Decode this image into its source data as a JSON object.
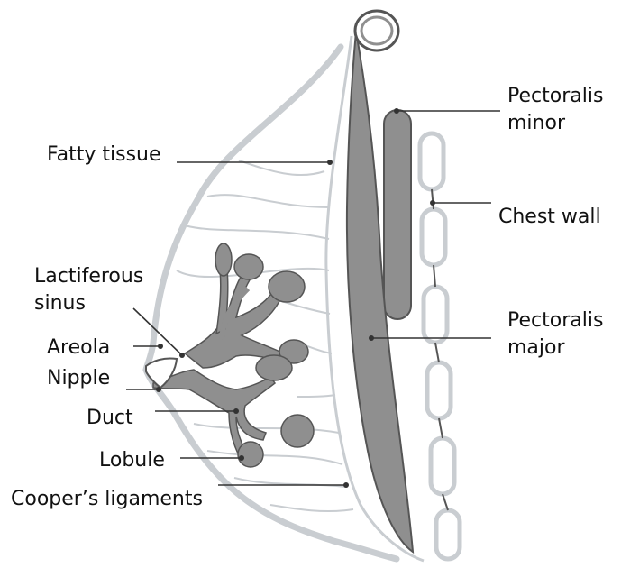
{
  "colors": {
    "muscle": "#8f8f8f",
    "muscle_outline": "#555555",
    "skin": "#c9cdd1",
    "tissue_lines": "#c9cdd1",
    "glands": "#8f8f8f",
    "text": "#111111"
  },
  "labels": {
    "pectoralis_minor": [
      "Pectoralis",
      "minor"
    ],
    "chest_wall": "Chest wall",
    "pectoralis_major": [
      "Pectoralis",
      "major"
    ],
    "fatty_tissue": "Fatty tissue",
    "lactiferous_sinus": [
      "Lactiferous",
      "sinus"
    ],
    "areola": "Areola",
    "nipple": "Nipple",
    "duct": "Duct",
    "lobule": "Lobule",
    "coopers_ligaments": "Cooper’s ligaments"
  }
}
